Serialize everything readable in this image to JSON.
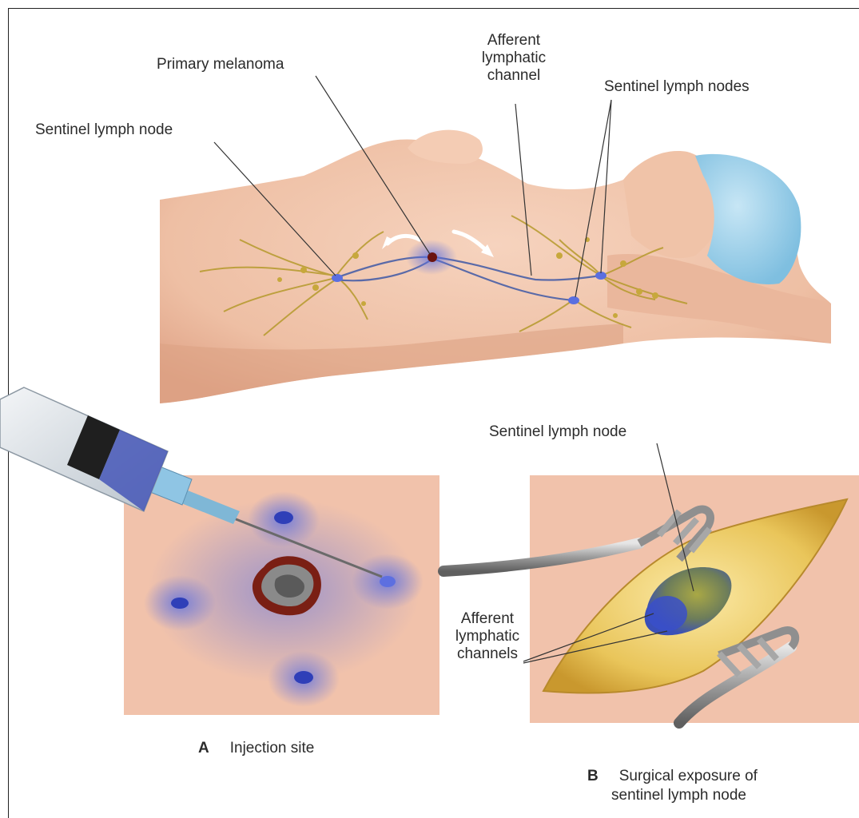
{
  "top_labels": {
    "primary_melanoma": "Primary melanoma",
    "sentinel_node_left": "Sentinel lymph node",
    "afferent_channel": [
      "Afferent",
      "lymphatic",
      "channel"
    ],
    "sentinel_nodes_right": "Sentinel lymph nodes"
  },
  "panel_b_labels": {
    "sentinel_node": "Sentinel lymph node",
    "afferent_channels": [
      "Afferent",
      "lymphatic",
      "channels"
    ]
  },
  "captions": {
    "a_letter": "A",
    "a_text": "Injection site",
    "b_letter": "B",
    "b_text_line1": "Surgical exposure of",
    "b_text_line2": "sentinel lymph node"
  },
  "colors": {
    "skin": "#f2c7ad",
    "skin_shadow": "#dfa489",
    "dye_blue": "#3b4fc9",
    "fat_yellow": "#e7c65a",
    "cap_blue": "#9fd0ea",
    "retractor": "#9a9a9a",
    "lymph_line": "#b59a2c",
    "vessel": "#5a6aa8"
  }
}
